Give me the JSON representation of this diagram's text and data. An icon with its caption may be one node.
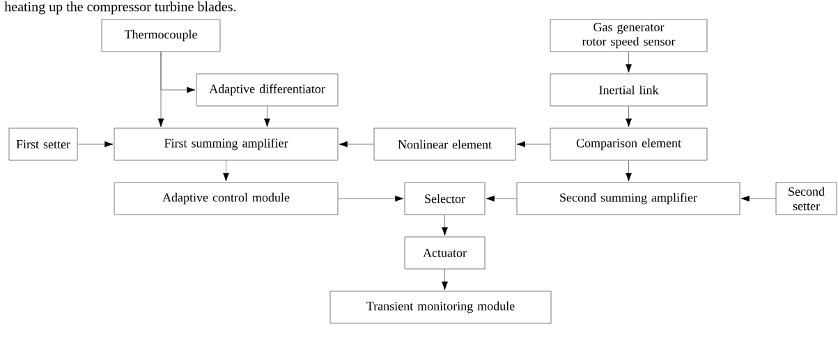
{
  "diagram": {
    "nodes": [
      {
        "text": [
          "Thermocouple"
        ]
      },
      {
        "text": [
          "Gas generator rotor speed sensor"
        ]
      },
      {
        "text": [
          "Adaptive differentiator"
        ]
      },
      {
        "text": [
          "Inertial link"
        ]
      },
      {
        "text": [
          "First setter"
        ]
      },
      {
        "text": [
          "First summing amplifier"
        ]
      },
      {
        "text": [
          "Nonlinear element"
        ]
      },
      {
        "text": [
          "Comparison element"
        ]
      },
      {
        "text": [
          "Adaptive control module"
        ]
      },
      {
        "text": [
          "Selector"
        ]
      },
      {
        "text": [
          "Second summing amplifier"
        ]
      },
      {
        "text": [
          "Second setter"
        ]
      },
      {
        "text": [
          "Actuator"
        ]
      },
      {
        "text": [
          "Transient monitoring module"
        ]
      }
    ],
    "edges": [
      {
        "from": 0,
        "to": 5,
        "arrow": "to"
      },
      {
        "from": 0,
        "to": 2,
        "arrow": "to"
      },
      {
        "from": 2,
        "to": 5,
        "arrow": "to"
      },
      {
        "from": 4,
        "to": 5,
        "arrow": "to"
      },
      {
        "from": 6,
        "to": 5,
        "arrow": "to"
      },
      {
        "from": 1,
        "to": 3,
        "arrow": "to"
      },
      {
        "from": 3,
        "to": 7,
        "arrow": "to"
      },
      {
        "from": 7,
        "to": 6,
        "arrow": "to"
      },
      {
        "from": 7,
        "to": 10,
        "arrow": "to"
      },
      {
        "from": 5,
        "to": 8,
        "arrow": "to"
      },
      {
        "from": 8,
        "to": 9,
        "arrow": "to"
      },
      {
        "from": 10,
        "to": 9,
        "arrow": "to"
      },
      {
        "from": 11,
        "to": 10,
        "arrow": "to"
      },
      {
        "from": 9,
        "to": 12,
        "arrow": "to"
      },
      {
        "from": 12,
        "to": 13,
        "arrow": "to"
      }
    ],
    "labels": [
      "heating up the compressor turbine blades."
    ]
  }
}
